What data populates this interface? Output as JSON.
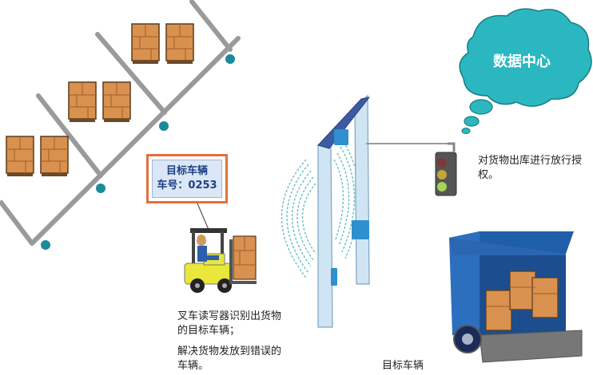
{
  "cloud": {
    "label": "数据中心"
  },
  "tag": {
    "title": "目标车辆",
    "plate": "车号：0253"
  },
  "auth_note": "对货物出库进行放行授权。",
  "forklift_note": "叉车读写器识别出货物的目标车辆；",
  "solve_note": "解决货物发放到错误的车辆。",
  "vehicle_label": "目标车辆",
  "colors": {
    "box": "#d9914f",
    "box_dark": "#a35d26",
    "rail": "#9a9a9a",
    "tag_dot": "#1b8a9a",
    "cloud": "#2bb7bf",
    "gate": "#cfe5f3",
    "gate_top": "#3d5aa3",
    "wave": "#6bbfc0",
    "forklift": "#e9e73a",
    "truck": "#2d6fbf",
    "tag_border": "#e0713a"
  }
}
